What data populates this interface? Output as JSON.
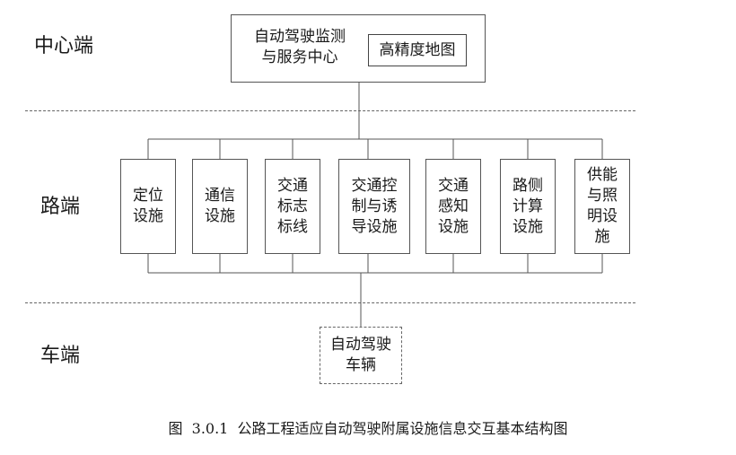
{
  "layers": {
    "center": "中心端",
    "road": "路端",
    "vehicle": "车端"
  },
  "center_node": {
    "title": "自动驾驶监测\n与服务中心",
    "map": "高精度地图"
  },
  "road_facilities": [
    "定位\n设施",
    "通信\n设施",
    "交通\n标志\n标线",
    "交通控\n制与诱\n导设施",
    "交通\n感知\n设施",
    "路侧\n计算\n设施",
    "供能\n与照\n明设\n施"
  ],
  "vehicle_node": "自动驾驶\n车辆",
  "caption": "图  3.0.1  公路工程适应自动驾驶附属设施信息交互基本结构图"
}
